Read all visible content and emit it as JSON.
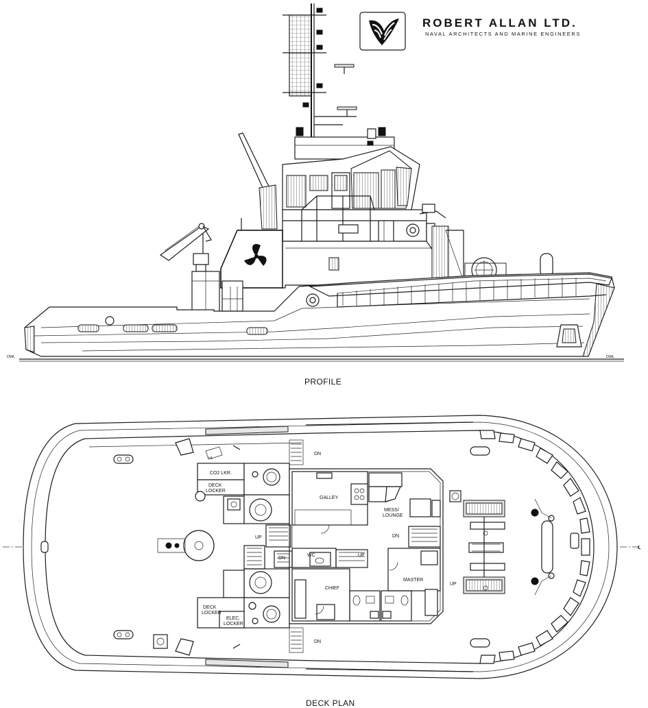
{
  "brand": {
    "name": "ROBERT ALLAN LTD.",
    "subtitle": "NAVAL ARCHITECTS AND MARINE ENGINEERS"
  },
  "views": {
    "profile_title": "PROFILE",
    "deck_plan_title": "DECK PLAN",
    "waterline_left": "DWL",
    "waterline_right": "DWL",
    "centerline_symbol": "℄"
  },
  "rooms": {
    "co2_locker": "CO2 LKR.",
    "deck_locker_top_1": "DECK",
    "deck_locker_top_2": "LOCKER",
    "galley": "GALLEY",
    "mess_1": "MESS/",
    "mess_2": "LOUNGE",
    "wc": "WC",
    "chief": "CHIEF",
    "master": "MASTER",
    "deck_locker_bottom_1": "DECK",
    "deck_locker_bottom_2": "LOCKER",
    "elec_locker_1": "ELEC.",
    "elec_locker_2": "LOCKER",
    "vl": "VL"
  },
  "stairs": {
    "dn_top": "DN",
    "dn_bottom": "DN",
    "up_left": "UP",
    "dn_left": "DN",
    "up_center": "UP",
    "dn_right": "DN",
    "up_right": "UP"
  }
}
